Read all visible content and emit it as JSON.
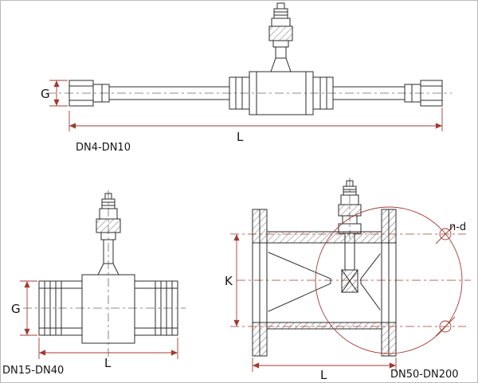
{
  "colors": {
    "drawing_line": "#2b2b2b",
    "dimension_line": "#a03b33",
    "text": "#141414",
    "background": "#ffffff"
  },
  "views": {
    "top": {
      "label": "DN4-DN10",
      "dims": {
        "g": "G",
        "l": "L"
      }
    },
    "bottom_left": {
      "label": "DN15-DN40",
      "dims": {
        "g": "G",
        "l": "L"
      }
    },
    "bottom_right": {
      "label": "DN50-DN200",
      "dims": {
        "k": "K",
        "l": "L",
        "bolt_holes": "n-d"
      }
    }
  }
}
